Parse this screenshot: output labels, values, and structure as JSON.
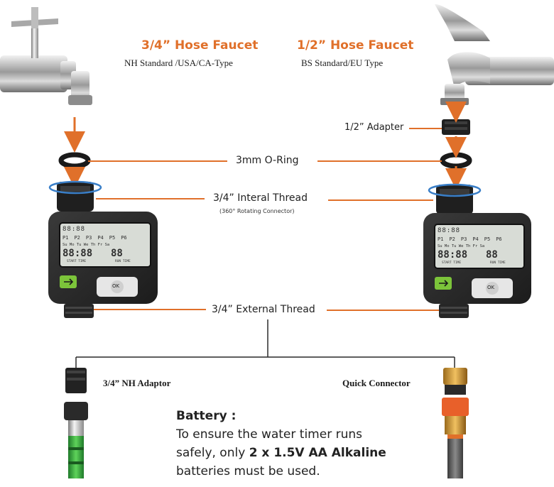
{
  "left_faucet": {
    "title": "3/4” Hose Faucet",
    "standard": "NH Standard /USA/CA-Type"
  },
  "right_faucet": {
    "title": "1/2” Hose Faucet",
    "standard": "BS Standard/EU Type"
  },
  "labels": {
    "adapter": "1/2” Adapter",
    "o_ring": "3mm O-Ring",
    "internal_thread": "3/4” Interal Thread",
    "internal_thread_note": "(360° Rotating Connector)",
    "external_thread": "3/4” External Thread",
    "nh_adaptor": "3/4” NH Adaptor",
    "quick_connector": "Quick Connector"
  },
  "battery": {
    "heading": "Battery :",
    "line1": "To ensure the water timer runs",
    "line2_pre": "safely, only ",
    "line2_bold": "2 x 1.5V AA Alkaline",
    "line3": "batteries must be used."
  },
  "lcd": {
    "programs": [
      "P1",
      "P2",
      "P3",
      "P4",
      "P5",
      "P6"
    ],
    "days": "Su Mo Tu We Th Fr Sa",
    "clock": "88:88",
    "duration": "88",
    "start_time": "START TIME",
    "run_time": "RUN TIME",
    "ok": "OK"
  },
  "colors": {
    "accent_orange": "#e0702a",
    "connector_line": "#e0702a",
    "device_body": "#2b2b2b",
    "lcd_bg": "#d8dcd6",
    "button_green": "#7cc43a",
    "ring_blue": "#3a7fc8"
  }
}
